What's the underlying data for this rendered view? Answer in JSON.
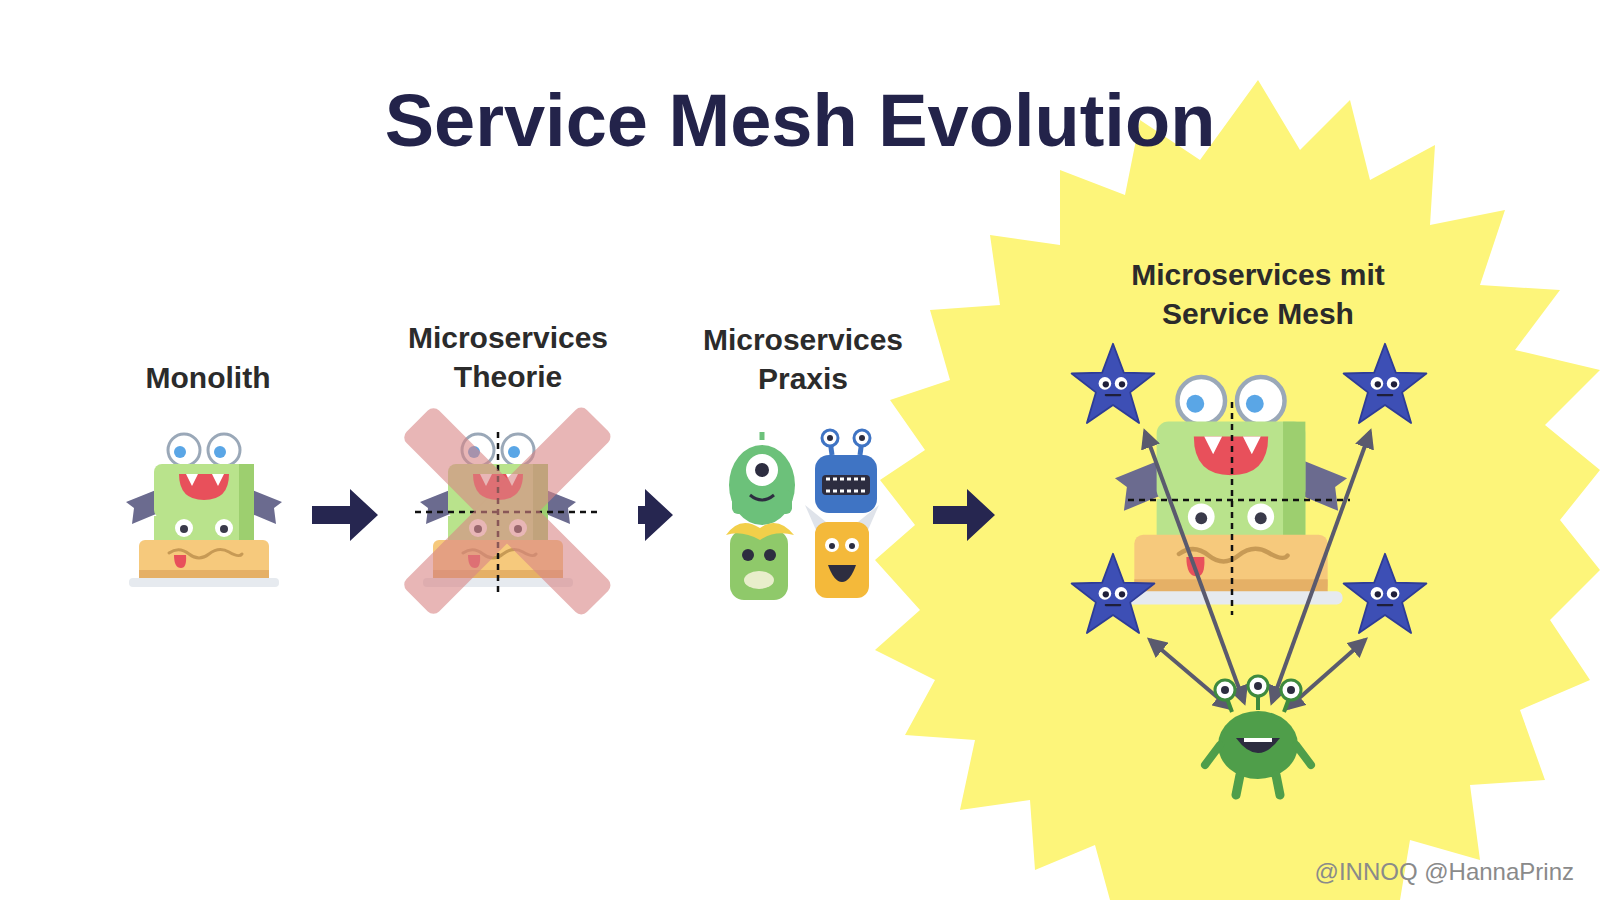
{
  "diagram": {
    "title": "Service Mesh Evolution",
    "nodes": [
      {
        "text": [
          "Monolith"
        ]
      },
      {
        "text": [
          "Microservices Theorie"
        ]
      },
      {
        "text": [
          "Microservices Praxis"
        ]
      },
      {
        "text": [
          "Microservices mit Service Mesh"
        ]
      }
    ],
    "edges": [
      {
        "from": 0,
        "to": 1,
        "arrow": "to"
      },
      {
        "from": 1,
        "to": 2,
        "arrow": "to"
      },
      {
        "from": 2,
        "to": 3,
        "arrow": "to"
      }
    ],
    "labels": [
      "@INNOQ @HannaPrinz"
    ]
  }
}
